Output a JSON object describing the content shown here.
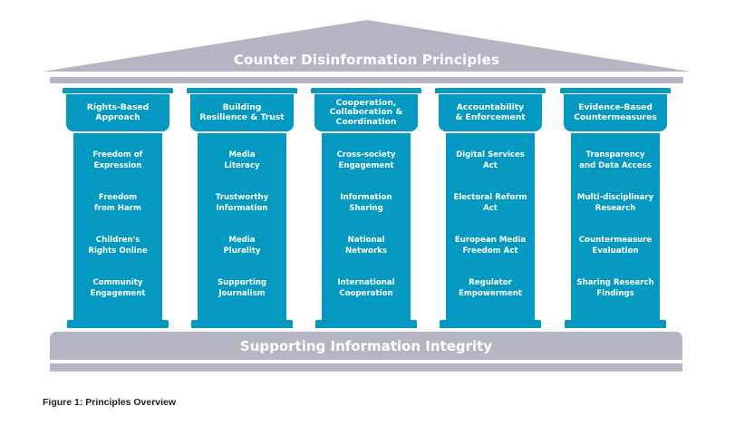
{
  "roof": {
    "title": "Counter Disinformation Principles"
  },
  "pillars": [
    {
      "title": "Rights-Based\nApproach",
      "items": [
        "Freedom of\nExpression",
        "Freedom\nfrom Harm",
        "Children's\nRights Online",
        "Community\nEngagement"
      ]
    },
    {
      "title": "Building\nResilience & Trust",
      "items": [
        "Media\nLiteracy",
        "Trustworthy\nInformation",
        "Media\nPlurality",
        "Supporting\nJournalism"
      ]
    },
    {
      "title": "Cooperation,\nCollaboration &\nCoordination",
      "items": [
        "Cross-society\nEngagement",
        "Information\nSharing",
        "National\nNetworks",
        "International\nCooperation"
      ]
    },
    {
      "title": "Accountability\n& Enforcement",
      "items": [
        "Digital Services\nAct",
        "Electoral Reform\nAct",
        "European Media\nFreedom Act",
        "Regulator\nEmpowerment"
      ]
    },
    {
      "title": "Evidence-Based\nCountermeasures",
      "items": [
        "Transparency\nand Data Access",
        "Multi-disciplinary\nResearch",
        "Countermeasure\nEvaluation",
        "Sharing Research\nFindings"
      ]
    }
  ],
  "foundation": {
    "title": "Supporting Information Integrity"
  },
  "caption": "Figure 1: Principles Overview",
  "colors": {
    "pillar": "#0399c0",
    "structure": "#b5b6c3",
    "text": "#ffffff"
  }
}
